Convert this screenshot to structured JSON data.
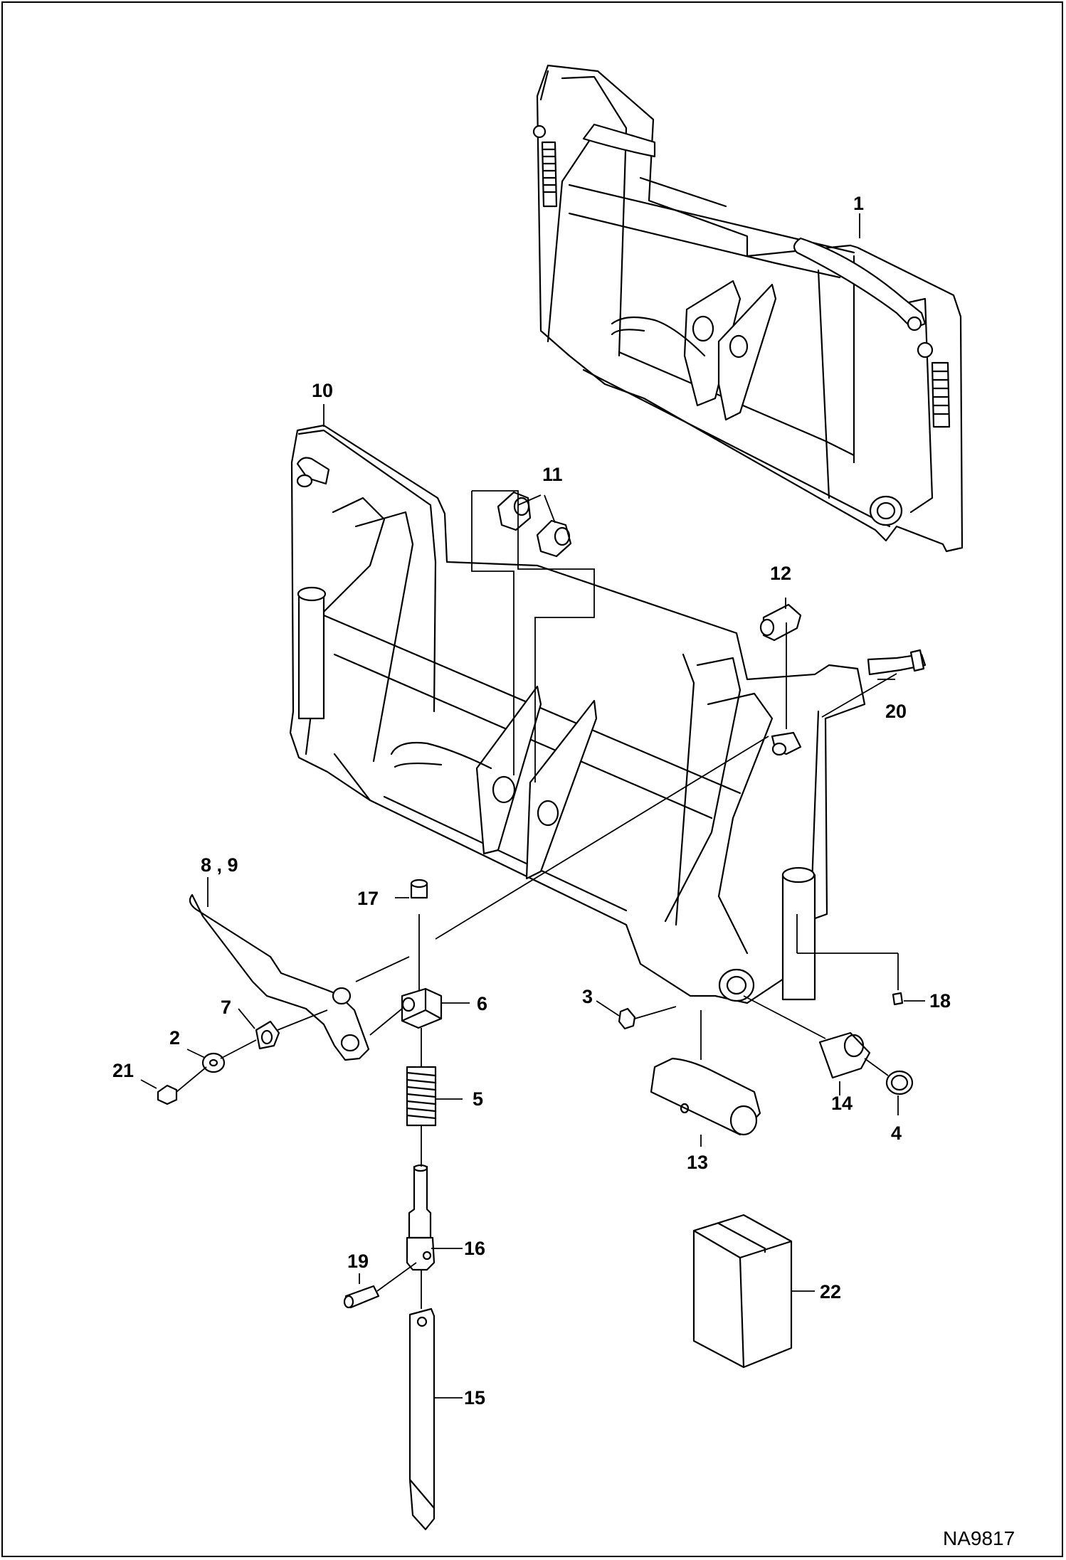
{
  "labels": [
    {
      "id": "1",
      "text": "1"
    },
    {
      "id": "2",
      "text": "2"
    },
    {
      "id": "3",
      "text": "3"
    },
    {
      "id": "4",
      "text": "4"
    },
    {
      "id": "5",
      "text": "5"
    },
    {
      "id": "6",
      "text": "6"
    },
    {
      "id": "7",
      "text": "7"
    },
    {
      "id": "8-9",
      "text": "8 , 9"
    },
    {
      "id": "10",
      "text": "10"
    },
    {
      "id": "11",
      "text": "11"
    },
    {
      "id": "12",
      "text": "12"
    },
    {
      "id": "13",
      "text": "13"
    },
    {
      "id": "14",
      "text": "14"
    },
    {
      "id": "15",
      "text": "15"
    },
    {
      "id": "16",
      "text": "16"
    },
    {
      "id": "17",
      "text": "17"
    },
    {
      "id": "18",
      "text": "18"
    },
    {
      "id": "19",
      "text": "19"
    },
    {
      "id": "20",
      "text": "20"
    },
    {
      "id": "21",
      "text": "21"
    },
    {
      "id": "22",
      "text": "22"
    }
  ],
  "drawing_code": "NA9817"
}
